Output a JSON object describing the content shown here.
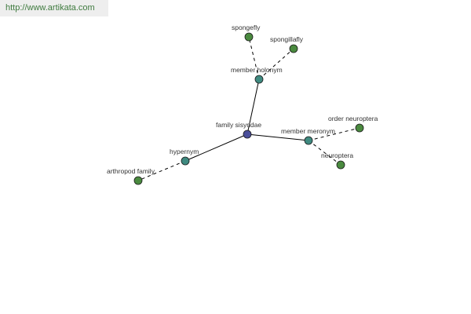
{
  "watermark": {
    "text": "http://www.artikata.com"
  },
  "graph": {
    "colors": {
      "center": "#4a4f9a",
      "relation": "#3f8a80",
      "leaf": "#4a8a3f",
      "edge": "#000000"
    },
    "nodes": [
      {
        "id": "family-sisyridae",
        "label": "family sisyridae",
        "kind": "center"
      },
      {
        "id": "member-holonym",
        "label": "member holonym",
        "kind": "relation"
      },
      {
        "id": "member-meronym",
        "label": "member meronym",
        "kind": "relation"
      },
      {
        "id": "hypernym",
        "label": "hypernym",
        "kind": "relation"
      },
      {
        "id": "spongefly",
        "label": "spongefly",
        "kind": "leaf"
      },
      {
        "id": "spongillafly",
        "label": "spongillafly",
        "kind": "leaf"
      },
      {
        "id": "order-neuroptera",
        "label": "order neuroptera",
        "kind": "leaf"
      },
      {
        "id": "neuroptera",
        "label": "neuroptera",
        "kind": "leaf"
      },
      {
        "id": "arthropod-family",
        "label": "arthropod family",
        "kind": "leaf"
      }
    ],
    "edges": [
      {
        "from": "family-sisyridae",
        "to": "member-holonym",
        "style": "solid"
      },
      {
        "from": "family-sisyridae",
        "to": "member-meronym",
        "style": "solid"
      },
      {
        "from": "family-sisyridae",
        "to": "hypernym",
        "style": "solid"
      },
      {
        "from": "member-holonym",
        "to": "spongefly",
        "style": "dashed"
      },
      {
        "from": "member-holonym",
        "to": "spongillafly",
        "style": "dashed"
      },
      {
        "from": "member-meronym",
        "to": "order-neuroptera",
        "style": "dashed"
      },
      {
        "from": "member-meronym",
        "to": "neuroptera",
        "style": "dashed"
      },
      {
        "from": "hypernym",
        "to": "arthropod-family",
        "style": "dashed"
      }
    ]
  }
}
